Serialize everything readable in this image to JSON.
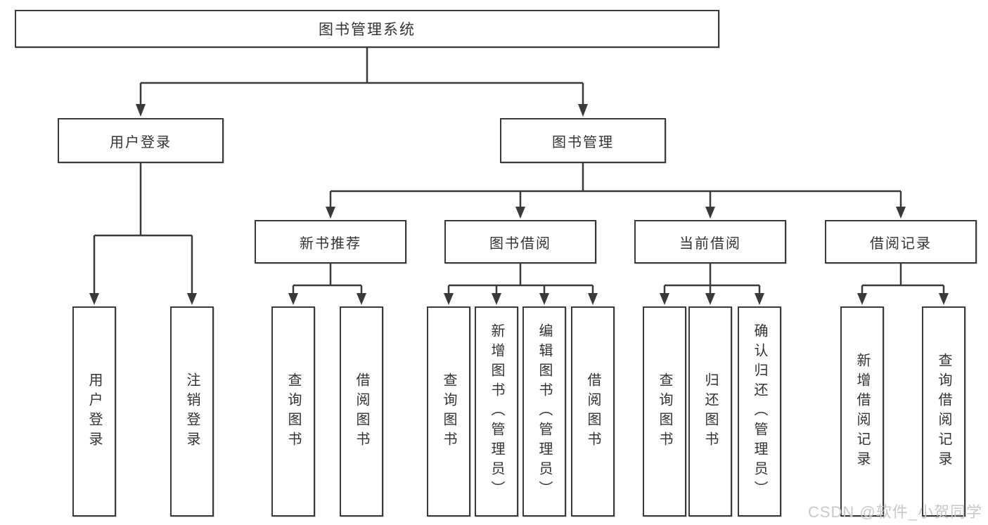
{
  "tree": {
    "root": "图书管理系统",
    "branches": [
      {
        "label": "用户登录",
        "leaves": [
          "用户登录",
          "注销登录"
        ]
      },
      {
        "label": "图书管理",
        "groups": [
          {
            "label": "新书推荐",
            "leaves": [
              "查询图书",
              "借阅图书"
            ]
          },
          {
            "label": "图书借阅",
            "leaves": [
              "查询图书",
              "新增图书（管理员）",
              "编辑图书（管理员）",
              "借阅图书"
            ]
          },
          {
            "label": "当前借阅",
            "leaves": [
              "查询图书",
              "归还图书",
              "确认归还（管理员）"
            ]
          },
          {
            "label": "借阅记录",
            "leaves": [
              "新增借阅记录",
              "查询借阅记录"
            ]
          }
        ]
      }
    ]
  },
  "watermark": {
    "text": "CSDN @软件_小贺同学"
  },
  "colors": {
    "line": "#3a3a3a",
    "box_border": "#3a3a3a",
    "text": "#333333",
    "watermark": "#c9c9c9",
    "background": "#ffffff"
  }
}
